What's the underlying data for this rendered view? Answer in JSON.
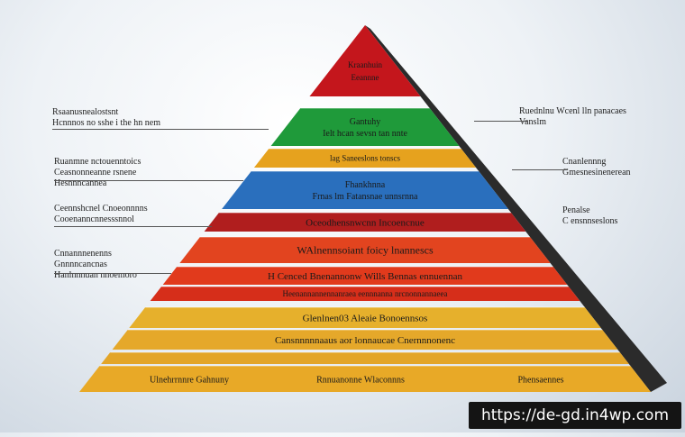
{
  "pyramid": {
    "tiers": [
      {
        "name": "red-apex",
        "color": "#c4161c",
        "lines": [
          "Kraanhuin",
          "Eeannne"
        ]
      },
      {
        "name": "green",
        "color": "#1f9a3a",
        "lines": [
          "Gantuhy",
          "Ielt hcan sevsn tan nnte"
        ]
      },
      {
        "name": "orange",
        "color": "#e6a21e",
        "lines": [
          "lag Saneeslons tonscs"
        ]
      },
      {
        "name": "blue",
        "color": "#2a6fbd",
        "lines": [
          "Fhankhnna",
          "Frnas lm Fatansnae unnsrnna"
        ]
      },
      {
        "name": "dark-red",
        "color": "#b01e1e",
        "lines": [
          "Oceodhensnwcnn Incoencnue"
        ]
      },
      {
        "name": "red-1",
        "color": "#e2441f",
        "lines": [
          "WAlnennsoiant foicy lnannescs"
        ]
      },
      {
        "name": "red-2",
        "color": "#e13a1c",
        "lines": [
          "H Cenced Bnenannonw Wills Bennas ennuennan"
        ]
      },
      {
        "name": "red-3",
        "color": "#d62e1a",
        "lines": [
          "Heenannannennanraea eennnanna nrcnonnannaeea"
        ]
      },
      {
        "name": "gold-1",
        "color": "#e6b02c",
        "lines": [
          "Glenlnen03 Aleaie Bonoennsos"
        ]
      },
      {
        "name": "gold-2",
        "color": "#e5a82a",
        "lines": [
          "Cansnnnnnaaus aor lonnaucae Cnernnnonenc"
        ]
      },
      {
        "name": "gold-3",
        "color": "#e3a528",
        "lines": [
          ""
        ]
      },
      {
        "name": "gold-4",
        "color": "#e8a927",
        "lines": [
          "Ulnehrrnnre Gahnuny",
          "Rnnuanonne Wlaconnns",
          "Phensaennes"
        ]
      }
    ]
  },
  "left_labels": [
    {
      "lines": [
        "Rsaanusnealostsnt",
        "Hcnnnos no sshe i the hn nem"
      ]
    },
    {
      "lines": [
        "Ruanmne nctouenntoics",
        "Ceasnonneanne rsnene",
        "Hesnnncannea"
      ]
    },
    {
      "lines": [
        "Ceennshcnel Cnoeonnnns",
        "Cooenanncnnesssnnol"
      ]
    },
    {
      "lines": [
        "Cnnannnenenns",
        "Gnnnncancnas",
        "Hanlnnnuan nnoemoro"
      ]
    }
  ],
  "right_labels": [
    {
      "lines": [
        "Ruednlnu Wcenl lln panacaes",
        "Vanslm"
      ]
    },
    {
      "lines": [
        "Cnanlennng",
        "Gmesnesinenerean"
      ]
    },
    {
      "lines": [
        "Penalse",
        "C ensnnseslons"
      ]
    }
  ],
  "watermark": "https://de-gd.in4wp.com"
}
